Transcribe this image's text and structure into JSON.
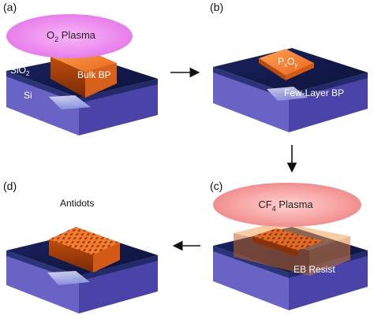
{
  "panels": {
    "a": {
      "tag": "(a)",
      "plasma_prefix": "O",
      "plasma_sub": "2",
      "plasma_suffix": " Plasma",
      "flake": "Bulk BP",
      "oxide_prefix": "SiO",
      "oxide_sub": "2",
      "substrate": "Si"
    },
    "b": {
      "tag": "(b)",
      "oxide_main": "P",
      "oxide_sub_x": "x",
      "oxide_o": "O",
      "oxide_sub_y": "y",
      "flake": "Few-Layer BP"
    },
    "c": {
      "tag": "(c)",
      "plasma_prefix": "CF",
      "plasma_sub": "4",
      "plasma_suffix": " Plasma",
      "resist": "EB Resist"
    },
    "d": {
      "tag": "(d)",
      "title": "Antidots"
    }
  },
  "colors": {
    "substrate_top": "#141c4e",
    "substrate_side_left": "#6a63c6",
    "substrate_side_right": "#4a44a8",
    "bp_orange": "#f07a2e",
    "bp_dark": "#b84a10",
    "o2_plasma": "#ee8ef0",
    "cf4_plasma": "#f7a3a3",
    "arrow": "#111111"
  }
}
